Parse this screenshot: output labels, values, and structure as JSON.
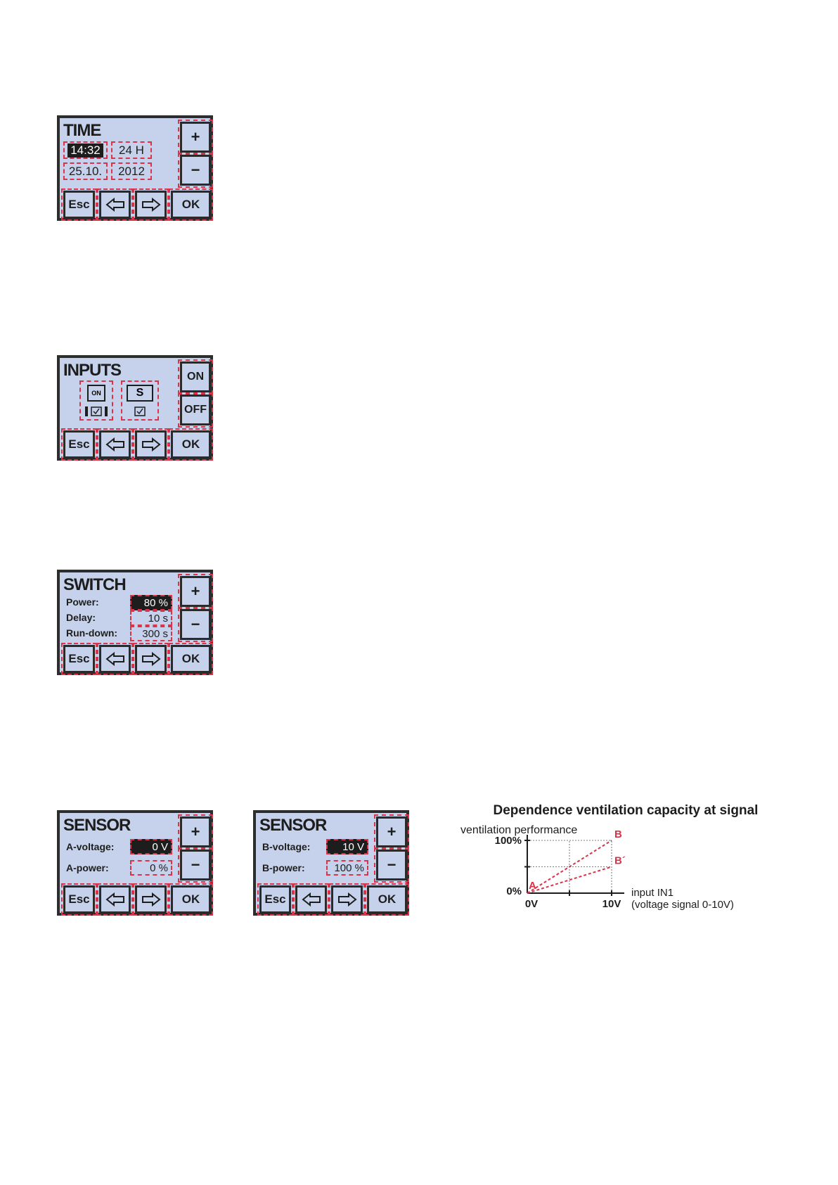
{
  "screens": {
    "time": {
      "title": "TIME",
      "time": "14:32",
      "format": "24 H",
      "date": "25.10.",
      "year": "2012",
      "plus": "+",
      "minus": "−",
      "esc": "Esc",
      "ok": "OK"
    },
    "inputs": {
      "title": "INPUTS",
      "on": "ON",
      "off": "OFF",
      "switch_icon_label": "ON",
      "sensor_icon_label": "S",
      "esc": "Esc",
      "ok": "OK"
    },
    "switch": {
      "title": "SWITCH",
      "rows": [
        {
          "label": "Power:",
          "value": "80 %"
        },
        {
          "label": "Delay:",
          "value": "10 s"
        },
        {
          "label": "Run-down:",
          "value": "300 s"
        }
      ],
      "plus": "+",
      "minus": "−",
      "esc": "Esc",
      "ok": "OK"
    },
    "sensor_a": {
      "title": "SENSOR",
      "rows": [
        {
          "label": "A-voltage:",
          "value": "0 V"
        },
        {
          "label": "A-power:",
          "value": "0 %"
        }
      ],
      "plus": "+",
      "minus": "−",
      "esc": "Esc",
      "ok": "OK"
    },
    "sensor_b": {
      "title": "SENSOR",
      "rows": [
        {
          "label": "B-voltage:",
          "value": "10 V"
        },
        {
          "label": "B-power:",
          "value": "100 %"
        }
      ],
      "plus": "+",
      "minus": "−",
      "esc": "Esc",
      "ok": "OK"
    }
  },
  "colors": {
    "panel_bg": "#c6d2eb",
    "border": "#2d2d2d",
    "dash": "#d8344a",
    "accent_red": "#d8344a"
  },
  "chart_data": {
    "type": "line",
    "title": "Dependence ventilation capacity at signal",
    "ylabel": "ventilation performance",
    "xlabel": "input IN1",
    "xlabel_note": "(voltage signal 0-10V)",
    "x_ticks": [
      "0V",
      "10V"
    ],
    "y_ticks": [
      "0%",
      "100%"
    ],
    "xlim": [
      0,
      10
    ],
    "ylim": [
      0,
      100
    ],
    "series": [
      {
        "name": "B",
        "points": [
          [
            0,
            0
          ],
          [
            10,
            100
          ]
        ]
      },
      {
        "name": "B´",
        "points": [
          [
            0,
            0
          ],
          [
            10,
            50
          ]
        ]
      }
    ],
    "point_labels": [
      {
        "text": "A",
        "x": 0,
        "y": 0
      },
      {
        "text": "B",
        "x": 10,
        "y": 100
      },
      {
        "text": "B´",
        "x": 10,
        "y": 50
      }
    ],
    "gridlines": {
      "x": [
        5,
        10
      ],
      "y": [
        50,
        100
      ]
    }
  }
}
